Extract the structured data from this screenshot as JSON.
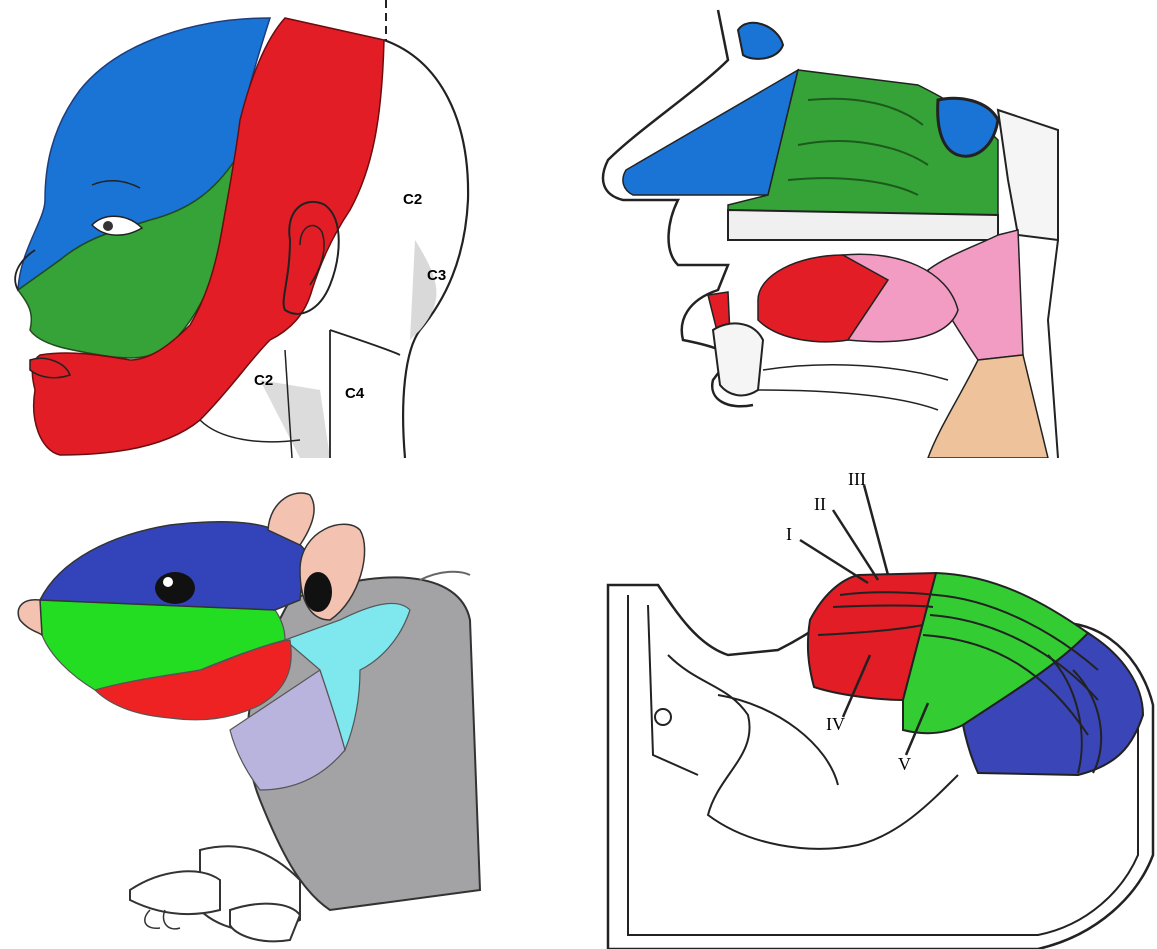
{
  "head_panel": {
    "dermatome_labels": [
      "C2",
      "C3",
      "C2",
      "C4"
    ],
    "colors": {
      "ophthalmic": "#1a74d6",
      "maxillary": "#36a338",
      "mandibular": "#e21d26",
      "outline": "#222222"
    }
  },
  "nasal_panel": {
    "colors": {
      "blue": "#1a74d6",
      "green": "#36a338",
      "red": "#e21d26",
      "pink": "#f29cc4",
      "tan": "#eec39b"
    }
  },
  "rat_panel": {
    "colors": {
      "dark_blue": "#3344bb",
      "green": "#22dd22",
      "red": "#ee2222",
      "cyan": "#7ee8ee",
      "lavender": "#b8b4de",
      "grey": "#a3a3a6",
      "ear_pink": "#f3c2b0",
      "white": "#ffffff"
    }
  },
  "ganglion_panel": {
    "roman_labels": [
      "III",
      "II",
      "I",
      "IV",
      "V"
    ],
    "colors": {
      "red": "#e21d26",
      "green": "#33cc33",
      "blue": "#3a45b8"
    }
  }
}
